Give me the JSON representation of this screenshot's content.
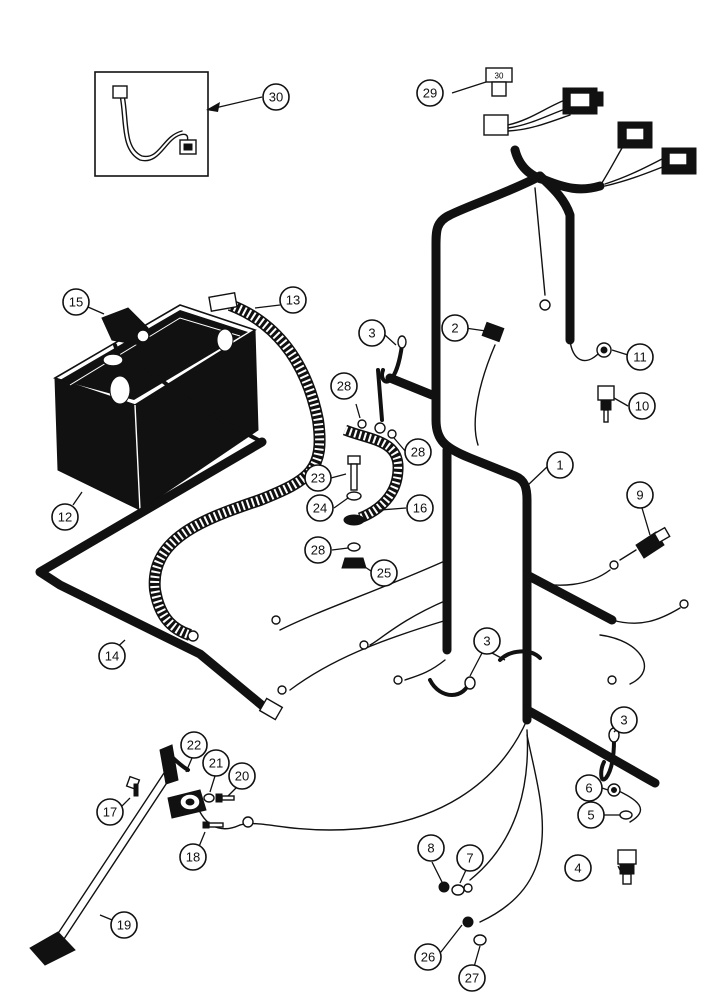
{
  "callouts": [
    {
      "id": "c1",
      "label": "1"
    },
    {
      "id": "c2",
      "label": "2"
    },
    {
      "id": "c3a",
      "label": "3"
    },
    {
      "id": "c3b",
      "label": "3"
    },
    {
      "id": "c3c",
      "label": "3"
    },
    {
      "id": "c4",
      "label": "4"
    },
    {
      "id": "c5",
      "label": "5"
    },
    {
      "id": "c6",
      "label": "6"
    },
    {
      "id": "c7",
      "label": "7"
    },
    {
      "id": "c8",
      "label": "8"
    },
    {
      "id": "c9",
      "label": "9"
    },
    {
      "id": "c10",
      "label": "10"
    },
    {
      "id": "c11",
      "label": "11"
    },
    {
      "id": "c12",
      "label": "12"
    },
    {
      "id": "c13",
      "label": "13"
    },
    {
      "id": "c14",
      "label": "14"
    },
    {
      "id": "c15",
      "label": "15"
    },
    {
      "id": "c16",
      "label": "16"
    },
    {
      "id": "c17",
      "label": "17"
    },
    {
      "id": "c18",
      "label": "18"
    },
    {
      "id": "c19",
      "label": "19"
    },
    {
      "id": "c20",
      "label": "20"
    },
    {
      "id": "c21",
      "label": "21"
    },
    {
      "id": "c22",
      "label": "22"
    },
    {
      "id": "c23",
      "label": "23"
    },
    {
      "id": "c24",
      "label": "24"
    },
    {
      "id": "c25",
      "label": "25"
    },
    {
      "id": "c26",
      "label": "26"
    },
    {
      "id": "c27",
      "label": "27"
    },
    {
      "id": "c28a",
      "label": "28"
    },
    {
      "id": "c28b",
      "label": "28"
    },
    {
      "id": "c28c",
      "label": "28"
    },
    {
      "id": "c29",
      "label": "29"
    },
    {
      "id": "c30",
      "label": "30"
    }
  ],
  "fuse_marking": "30"
}
